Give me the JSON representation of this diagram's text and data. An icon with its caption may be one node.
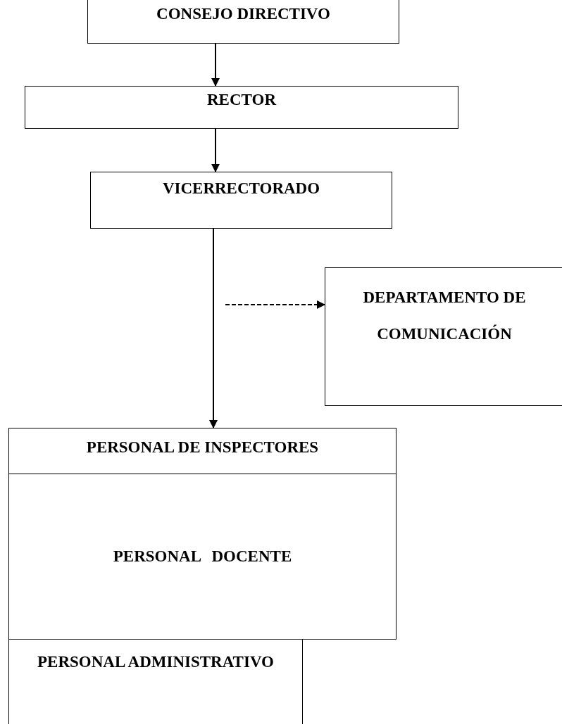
{
  "diagram": {
    "nodes": [
      {
        "text": [
          "CONSEJO DIRECTIVO"
        ]
      },
      {
        "text": [
          "RECTOR"
        ]
      },
      {
        "text": [
          "VICERRECTORADO"
        ]
      },
      {
        "text": [
          "DEPARTAMENTO DE COMUNICACIÓN"
        ]
      },
      {
        "text": [
          "PERSONAL DE INSPECTORES"
        ]
      },
      {
        "text": [
          "PERSONAL DOCENTE"
        ]
      },
      {
        "text": [
          "PERSONAL ADMINISTRATIVO"
        ]
      }
    ],
    "edges": [
      {
        "from": 0,
        "to": 1,
        "arrow": "to"
      },
      {
        "from": 1,
        "to": 2,
        "arrow": "to"
      },
      {
        "from": 2,
        "to": 4,
        "arrow": "to"
      },
      {
        "from": null,
        "to": 3,
        "arrow": "to",
        "style": "dashed"
      }
    ]
  }
}
